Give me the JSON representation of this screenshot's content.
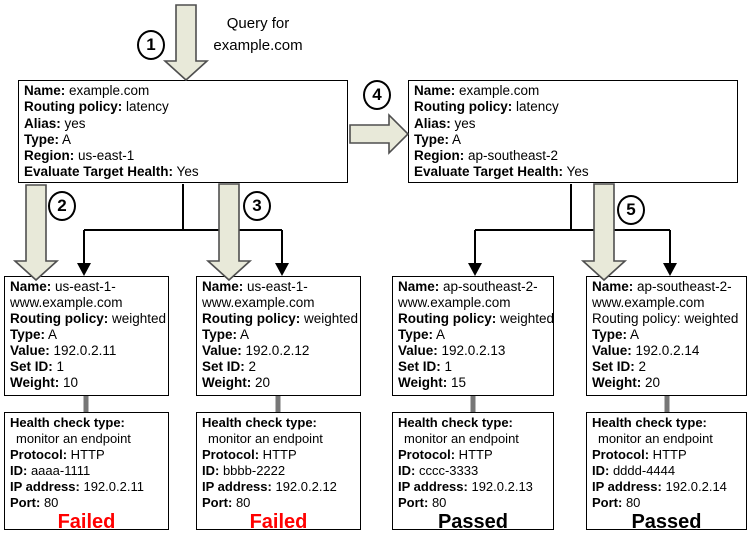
{
  "colors": {
    "arrow_fill": "#e8e9d9",
    "arrow_outline": "#4f4f4f",
    "connector": "#000000",
    "stub": "#777777",
    "failed": "#ff0000",
    "passed": "#000000"
  },
  "query": {
    "line1": "Query for",
    "line2": "example.com"
  },
  "steps": [
    "1",
    "2",
    "3",
    "4",
    "5"
  ],
  "top_boxes": [
    {
      "lines": [
        {
          "label": "Name:",
          "value": "example.com"
        },
        {
          "label": "Routing policy:",
          "value": "latency"
        },
        {
          "label": "Alias:",
          "value": "yes"
        },
        {
          "label": "Type:",
          "value": "A"
        },
        {
          "label": "Region:",
          "value": "us-east-1"
        },
        {
          "label": "Evaluate Target Health:",
          "value": "Yes"
        }
      ]
    },
    {
      "lines": [
        {
          "label": "Name:",
          "value": "example.com"
        },
        {
          "label": "Routing policy:",
          "value": "latency"
        },
        {
          "label": "Alias:",
          "value": "yes"
        },
        {
          "label": "Type:",
          "value": "A"
        },
        {
          "label": "Region:",
          "value": "ap-southeast-2"
        },
        {
          "label": "Evaluate Target Health:",
          "value": "Yes"
        }
      ]
    }
  ],
  "record_boxes": [
    {
      "lines": [
        {
          "label": "Name:",
          "value": "us-east-1-"
        },
        {
          "label": "",
          "value": "www.example.com"
        },
        {
          "label": "Routing policy:",
          "value": "weighted"
        },
        {
          "label": "Type:",
          "value": "A"
        },
        {
          "label": "Value:",
          "value": "192.0.2.11"
        },
        {
          "label": "Set ID:",
          "value": "1"
        },
        {
          "label": "Weight:",
          "value": "10"
        }
      ]
    },
    {
      "lines": [
        {
          "label": "Name:",
          "value": "us-east-1-"
        },
        {
          "label": "",
          "value": "www.example.com"
        },
        {
          "label": "Routing policy:",
          "value": "weighted"
        },
        {
          "label": "Type:",
          "value": "A"
        },
        {
          "label": "Value:",
          "value": "192.0.2.12"
        },
        {
          "label": "Set ID:",
          "value": "2"
        },
        {
          "label": "Weight:",
          "value": "20"
        }
      ]
    },
    {
      "lines": [
        {
          "label": "Name:",
          "value": "ap-southeast-2-"
        },
        {
          "label": "",
          "value": "www.example.com"
        },
        {
          "label": "Routing policy:",
          "value": "weighted"
        },
        {
          "label": "Type:",
          "value": "A"
        },
        {
          "label": "Value:",
          "value": "192.0.2.13"
        },
        {
          "label": "Set ID:",
          "value": "1"
        },
        {
          "label": "Weight:",
          "value": "15"
        }
      ]
    },
    {
      "lines": [
        {
          "label": "Name:",
          "value": "ap-southeast-2-"
        },
        {
          "label": "",
          "value": "www.example.com"
        },
        {
          "label": "Routing policy:",
          "value": "weighted",
          "plain": true
        },
        {
          "label": "Type:",
          "value": "A"
        },
        {
          "label": "Value:",
          "value": "192.0.2.14"
        },
        {
          "label": "Set ID:",
          "value": "2"
        },
        {
          "label": "Weight:",
          "value": "20"
        }
      ]
    }
  ],
  "health_boxes": [
    {
      "lines": [
        {
          "label": "Health check type:",
          "value": ""
        },
        {
          "label": "",
          "value": "monitor an endpoint",
          "indent": true
        },
        {
          "label": "Protocol:",
          "value": "HTTP"
        },
        {
          "label": "ID:",
          "value": "aaaa-1111"
        },
        {
          "label": "IP address:",
          "value": "192.0.2.11"
        },
        {
          "label": "Port:",
          "value": "80"
        }
      ],
      "status": "Failed",
      "status_color": "#ff0000"
    },
    {
      "lines": [
        {
          "label": "Health check type:",
          "value": ""
        },
        {
          "label": "",
          "value": "monitor an endpoint",
          "indent": true
        },
        {
          "label": "Protocol:",
          "value": "HTTP"
        },
        {
          "label": "ID:",
          "value": "bbbb-2222"
        },
        {
          "label": "IP address:",
          "value": "192.0.2.12"
        },
        {
          "label": "Port:",
          "value": "80"
        }
      ],
      "status": "Failed",
      "status_color": "#ff0000"
    },
    {
      "lines": [
        {
          "label": "Health check type:",
          "value": ""
        },
        {
          "label": "",
          "value": "monitor an endpoint",
          "indent": true
        },
        {
          "label": "Protocol:",
          "value": "HTTP"
        },
        {
          "label": "ID:",
          "value": "cccc-3333"
        },
        {
          "label": "IP address:",
          "value": "192.0.2.13"
        },
        {
          "label": "Port:",
          "value": "80"
        }
      ],
      "status": "Passed",
      "status_color": "#000000"
    },
    {
      "lines": [
        {
          "label": "Health check type:",
          "value": ""
        },
        {
          "label": "",
          "value": "monitor an endpoint",
          "indent": true
        },
        {
          "label": "Protocol:",
          "value": "HTTP"
        },
        {
          "label": "ID:",
          "value": "dddd-4444"
        },
        {
          "label": "IP address:",
          "value": "192.0.2.14"
        },
        {
          "label": "Port:",
          "value": "80"
        }
      ],
      "status": "Passed",
      "status_color": "#000000"
    }
  ]
}
